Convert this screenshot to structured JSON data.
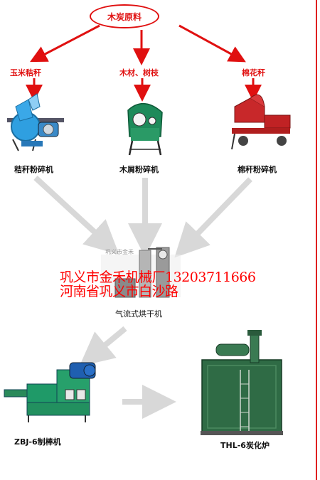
{
  "root": {
    "label": "木炭原料"
  },
  "materials": [
    {
      "label": "玉米秸秆"
    },
    {
      "label": "木材、树枝"
    },
    {
      "label": "棉花秆"
    }
  ],
  "machines": {
    "straw_crusher": "秸秆粉碎机",
    "wood_crusher": "木屑粉碎机",
    "cotton_crusher": "棉秆粉碎机",
    "dryer": "气流式烘干机",
    "rod_machine": "ZBJ-6制棒机",
    "furnace": "THL-6炭化炉"
  },
  "dryer_plate_text": "巩义市金禾",
  "watermark": {
    "line1": "巩义市金禾机械厂13203711666",
    "line2": "河南省巩义市白沙路"
  },
  "colors": {
    "arrow_red": "#e01010",
    "arrow_gray": "#d8d8d8",
    "machine_blue": "#2f9fe0",
    "machine_green": "#1e8a5a",
    "machine_red": "#c8282a",
    "furnace_green": "#2f6b45"
  }
}
